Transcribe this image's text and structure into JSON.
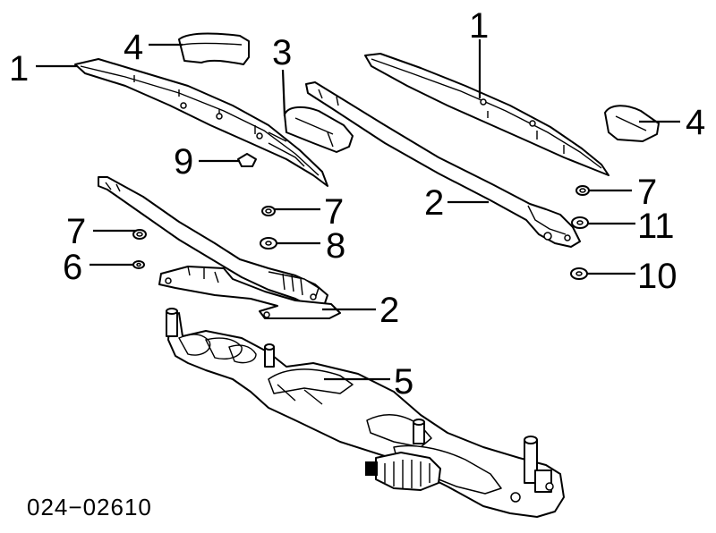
{
  "callouts": [
    {
      "id": "c1a",
      "text": "1"
    },
    {
      "id": "c4a",
      "text": "4"
    },
    {
      "id": "c3",
      "text": "3"
    },
    {
      "id": "c1b",
      "text": "1"
    },
    {
      "id": "c4b",
      "text": "4"
    },
    {
      "id": "c9",
      "text": "9"
    },
    {
      "id": "c7a",
      "text": "7"
    },
    {
      "id": "c7b",
      "text": "7"
    },
    {
      "id": "c7c",
      "text": "7"
    },
    {
      "id": "c8",
      "text": "8"
    },
    {
      "id": "c2a",
      "text": "2"
    },
    {
      "id": "c11",
      "text": "11"
    },
    {
      "id": "c6",
      "text": "6"
    },
    {
      "id": "c10",
      "text": "10"
    },
    {
      "id": "c2b",
      "text": "2"
    },
    {
      "id": "c5",
      "text": "5"
    }
  ],
  "diagram_code": "024−02610"
}
